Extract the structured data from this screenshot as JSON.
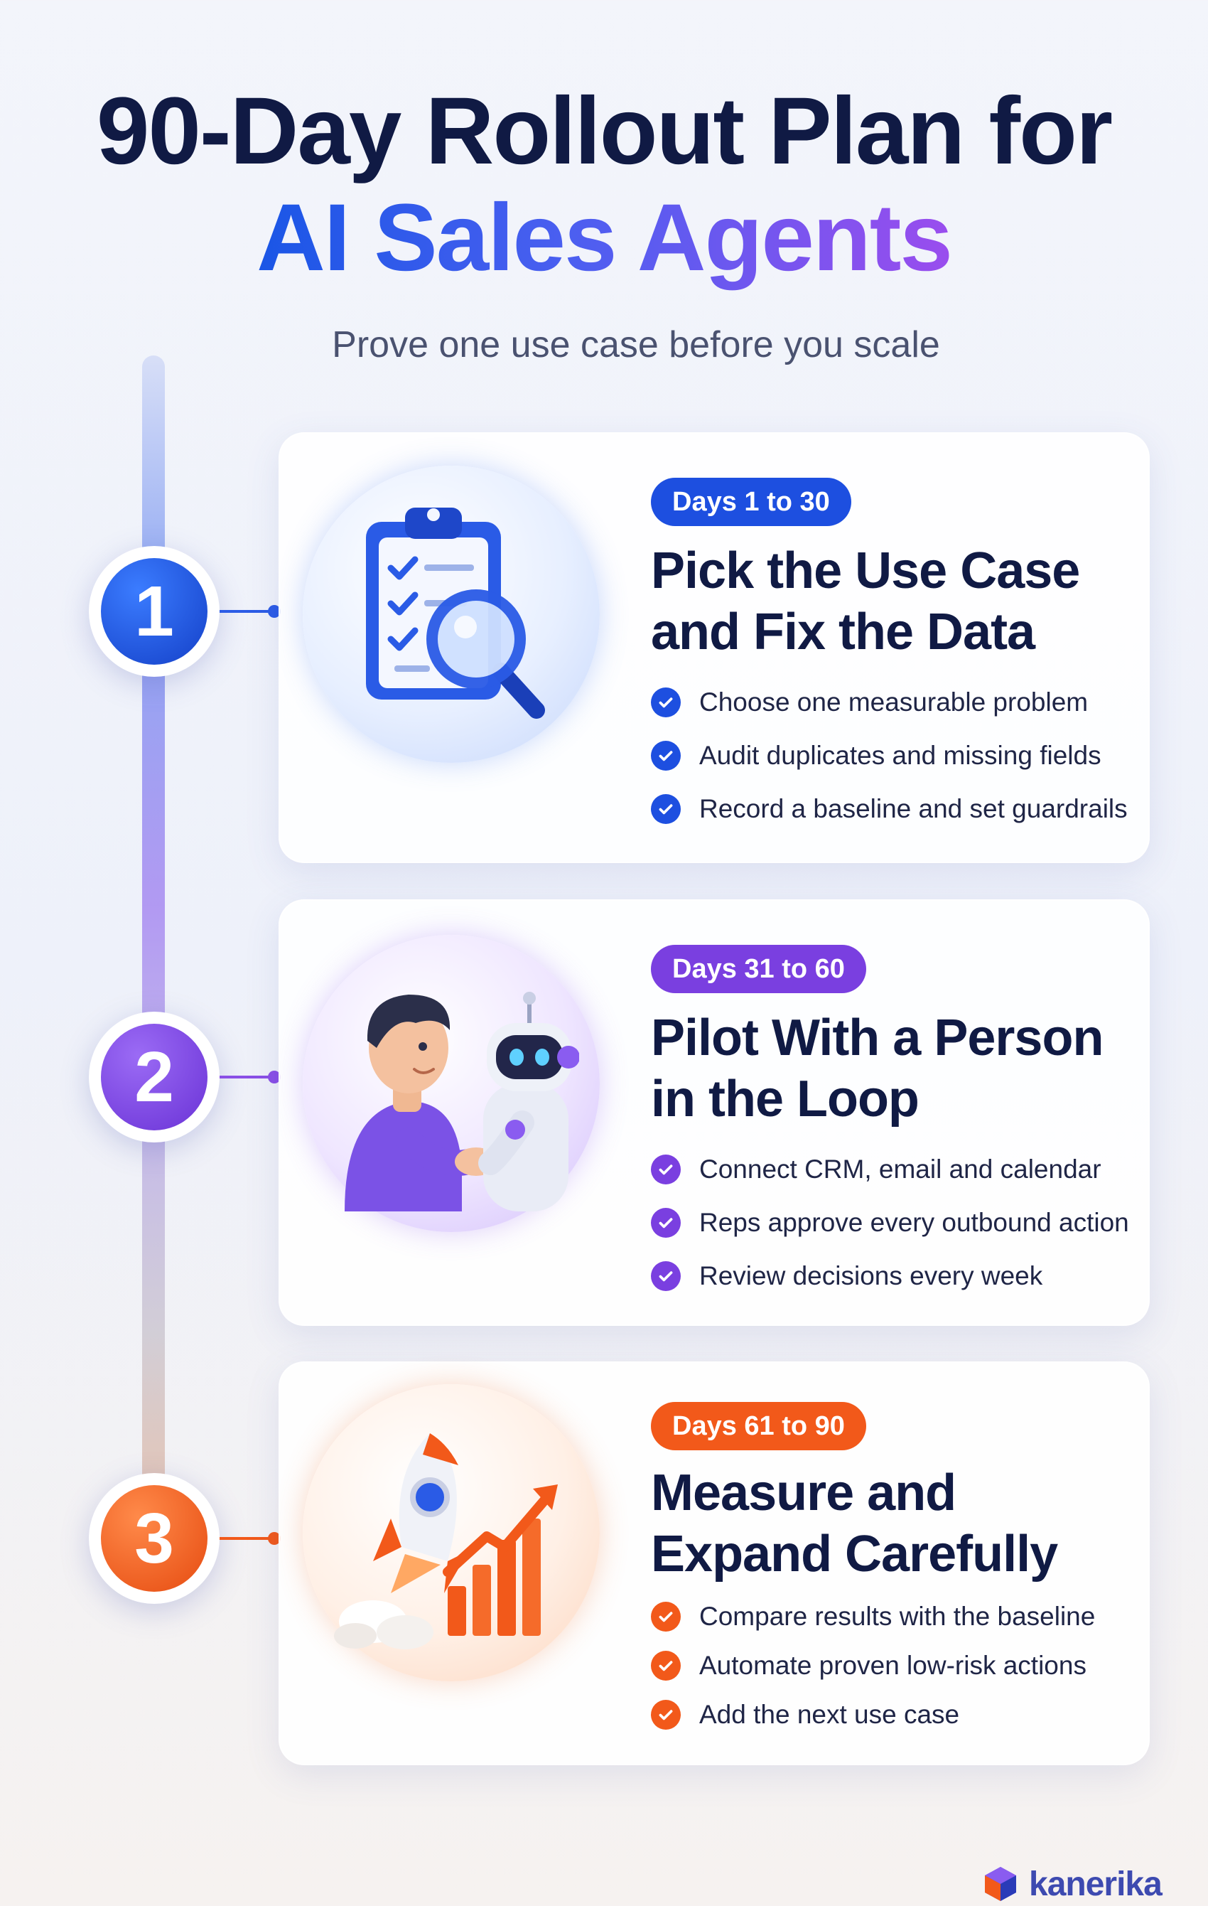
{
  "header": {
    "title_line1": "90-Day Rollout Plan for",
    "title_line2": "AI Sales Agents",
    "subtitle": "Prove one use case before you scale"
  },
  "steps": [
    {
      "number": "1",
      "tag": "Days 1 to 30",
      "title": "Pick the Use Case and Fix the Data",
      "icon": "clipboard-magnifier-icon",
      "accent": "#1d4fe0",
      "bullets": [
        "Choose one measurable problem",
        "Audit duplicates and missing fields",
        "Record a baseline and set guardrails"
      ]
    },
    {
      "number": "2",
      "tag": "Days 31 to 60",
      "title": "Pilot With a Person in the Loop",
      "icon": "person-robot-handshake-icon",
      "accent": "#7a3fe0",
      "bullets": [
        "Connect CRM, email and calendar",
        "Reps approve every outbound action",
        "Review decisions every week"
      ]
    },
    {
      "number": "3",
      "tag": "Days 61 to 90",
      "title": "Measure and Expand Carefully",
      "icon": "rocket-growth-chart-icon",
      "accent": "#f2591a",
      "bullets": [
        "Compare results with the baseline",
        "Automate proven low-risk actions",
        "Add the next use case"
      ]
    }
  ],
  "footer": {
    "brand": "kanerika",
    "icon": "kanerika-logo-icon"
  }
}
